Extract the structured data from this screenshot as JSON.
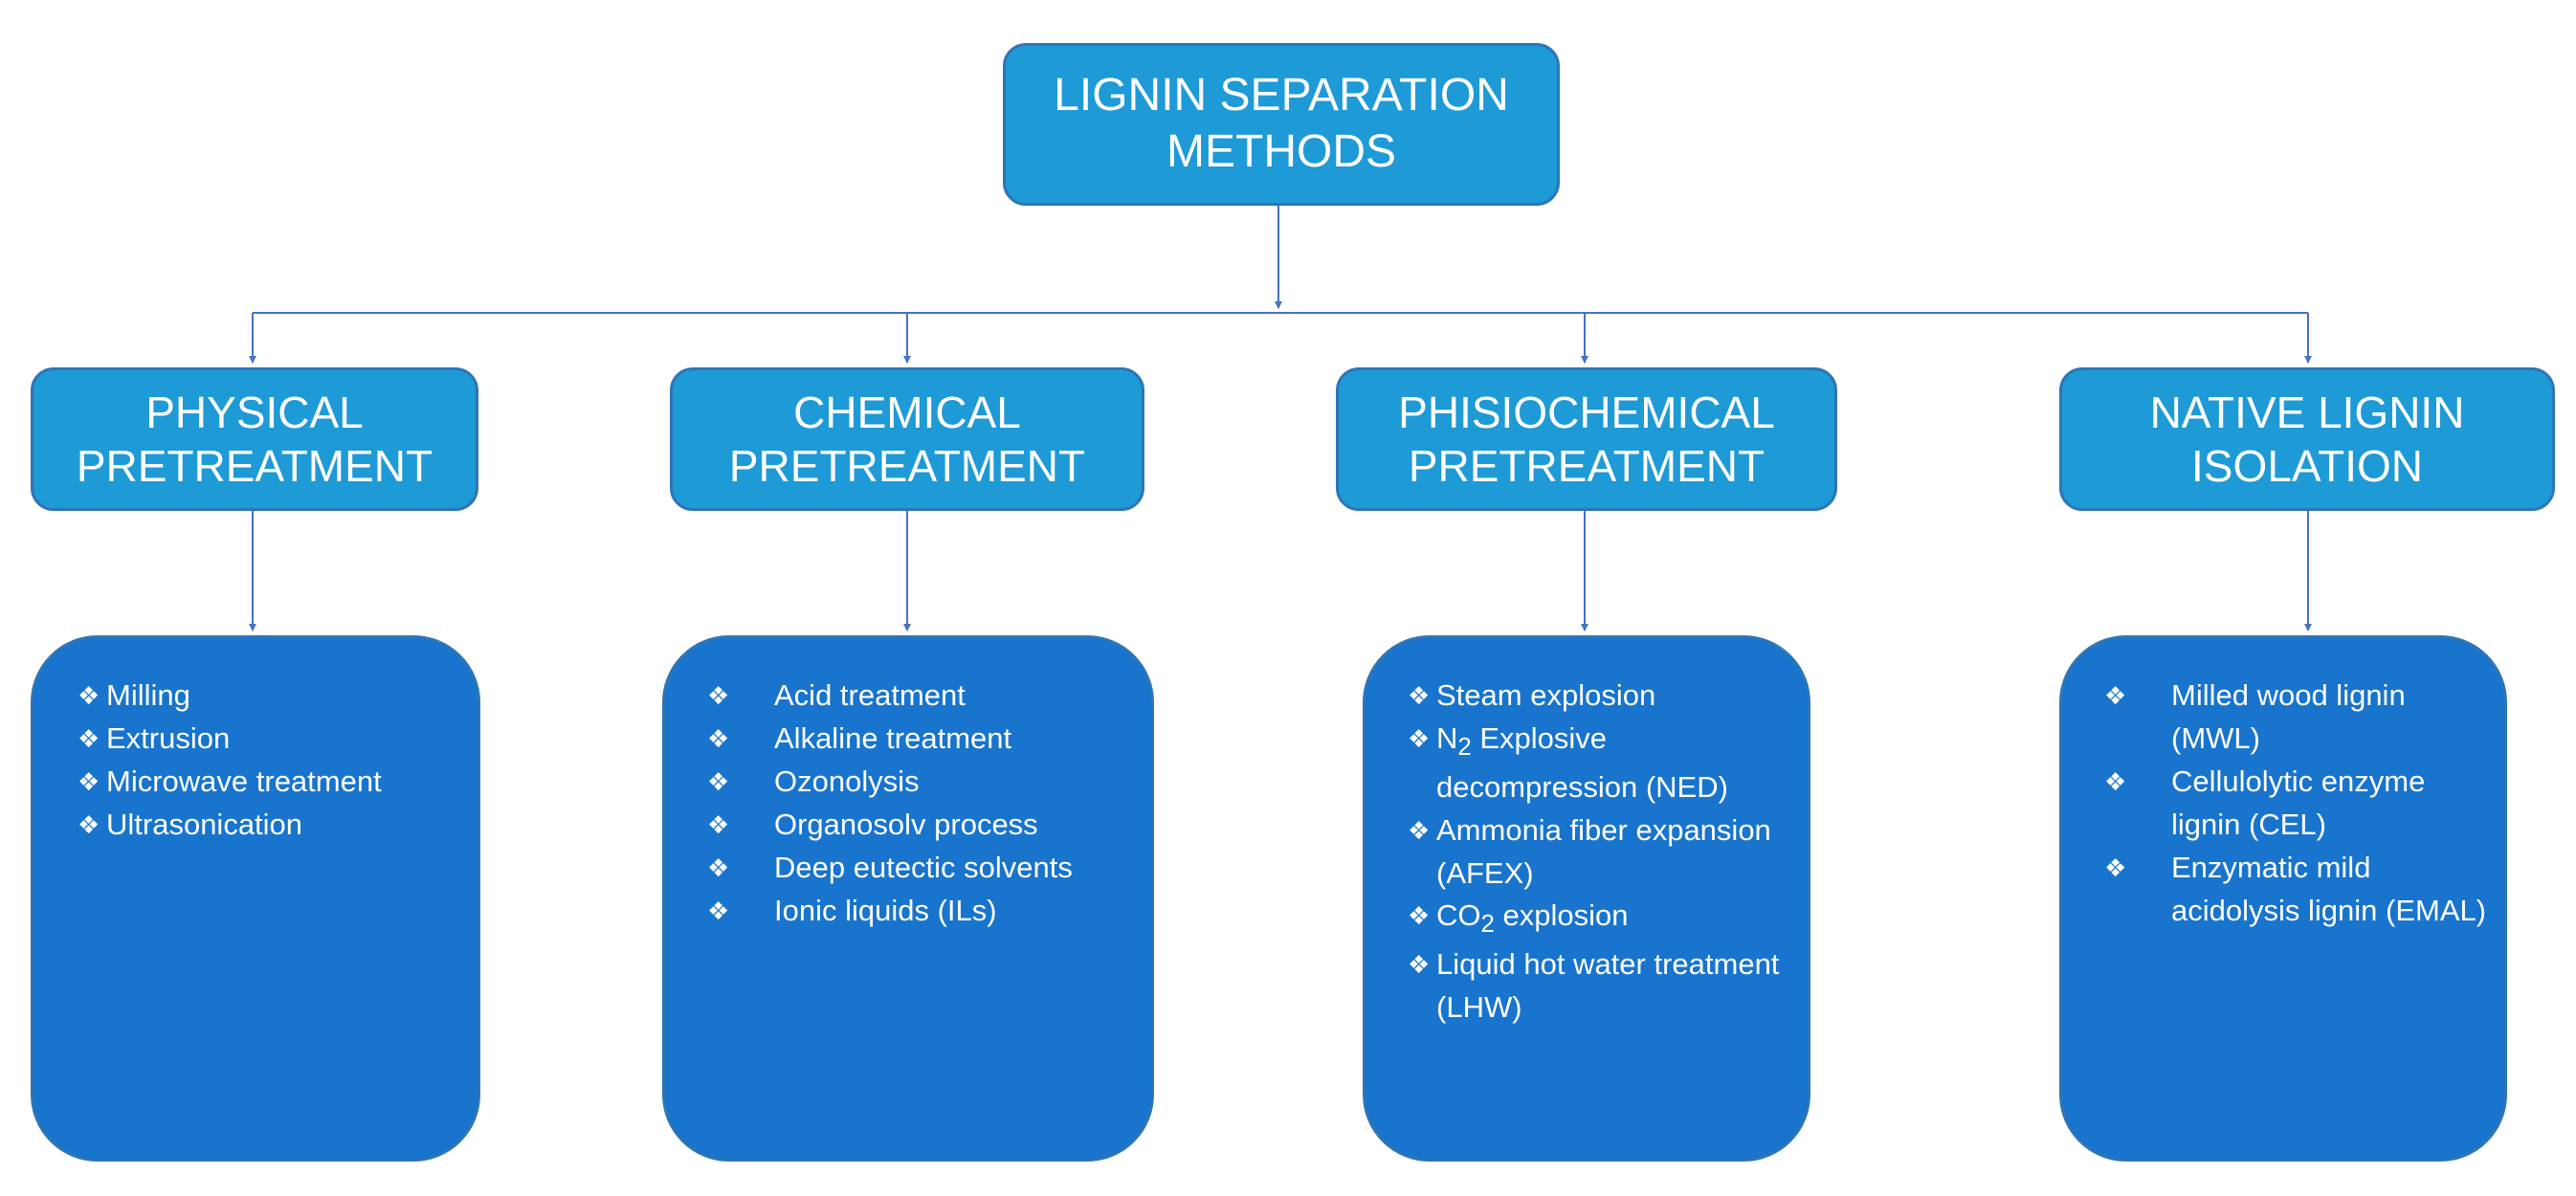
{
  "root": {
    "title_line1": "LIGNIN SEPARATION",
    "title_line2": "METHODS"
  },
  "bullet_glyph": "❖",
  "categories": [
    {
      "title_line1": "PHYSICAL",
      "title_line2": "PRETREATMENT",
      "items": [
        "Milling",
        "Extrusion",
        "Microwave treatment",
        "Ultrasonication"
      ]
    },
    {
      "title_line1": "CHEMICAL",
      "title_line2": "PRETREATMENT",
      "items": [
        "Acid treatment",
        "Alkaline treatment",
        "Ozonolysis",
        "Organosolv process",
        "Deep eutectic solvents",
        "Ionic liquids (ILs)"
      ]
    },
    {
      "title_line1": "PHISIOCHEMICAL",
      "title_line2": "PRETREATMENT",
      "items": [
        {
          "text": "Steam  explosion"
        },
        {
          "pre": "N",
          "sub": "2",
          "post": " Explosive decompression (NED)"
        },
        {
          "text": "Ammonia  fiber expansion (AFEX)"
        },
        {
          "pre": "CO",
          "sub": "2",
          "post": " explosion"
        },
        {
          "text": "Liquid hot water treatment (LHW)"
        }
      ]
    },
    {
      "title_line1": "NATIVE LIGNIN",
      "title_line2": "ISOLATION",
      "items": [
        "Milled wood lignin (MWL)",
        "Cellulolytic enzyme lignin (CEL)",
        "Enzymatic mild acidolysis lignin (EMAL)"
      ]
    }
  ],
  "colors": {
    "header_fill": "#1e9ad6",
    "list_fill": "#1874cd",
    "border": "#2e75b6",
    "connector": "#4472c4",
    "text": "#ffffff"
  }
}
